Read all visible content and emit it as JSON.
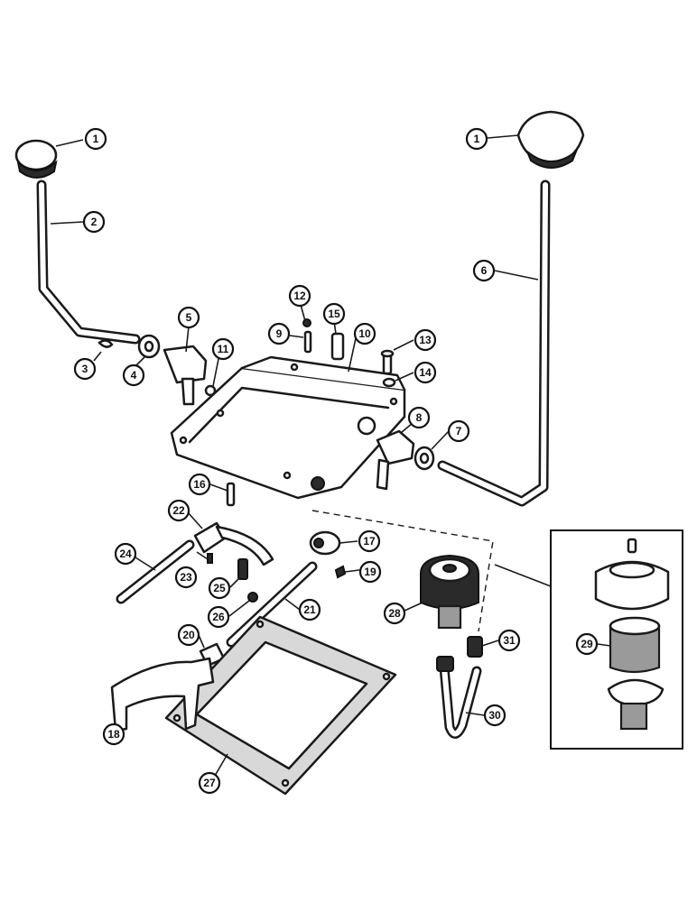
{
  "diagram": {
    "callouts": [
      "1",
      "2",
      "3",
      "4",
      "5",
      "6",
      "7",
      "8",
      "9",
      "10",
      "11",
      "12",
      "13",
      "14",
      "15",
      "16",
      "17",
      "18",
      "19",
      "20",
      "21",
      "22",
      "23",
      "24",
      "25",
      "26",
      "27",
      "28",
      "29",
      "30",
      "31"
    ],
    "callout_1_right": "1"
  }
}
